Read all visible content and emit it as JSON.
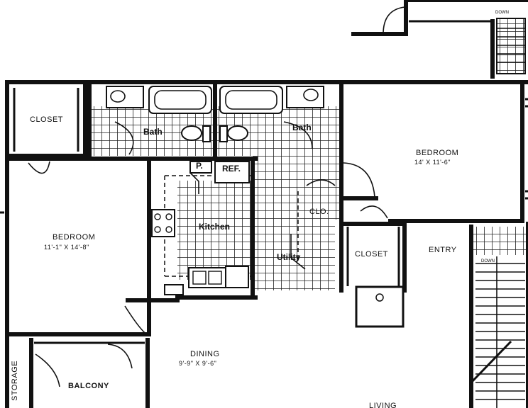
{
  "rooms": {
    "closet_top_left": "CLOSET",
    "bath_left": "Bath",
    "bath_right": "Bath",
    "bedroom_right": "BEDROOM",
    "bedroom_right_dim": "14' X 11'-6\"",
    "pantry": "P.",
    "refrigerator": "REF.",
    "bedroom_left": "BEDROOM",
    "bedroom_left_dim": "11'-1\" X 14'-8\"",
    "kitchen": "Kitchen",
    "closet_small": "CLO.",
    "closet_center": "CLOSET",
    "entry": "ENTRY",
    "utility": "Utility",
    "down_right": "DOWN",
    "down_top": "DOWN",
    "dining": "DINING",
    "dining_dim": "9'-9\" X 9'-6\"",
    "storage": "STORAGE",
    "balcony": "BALCONY",
    "living": "LIVING"
  }
}
